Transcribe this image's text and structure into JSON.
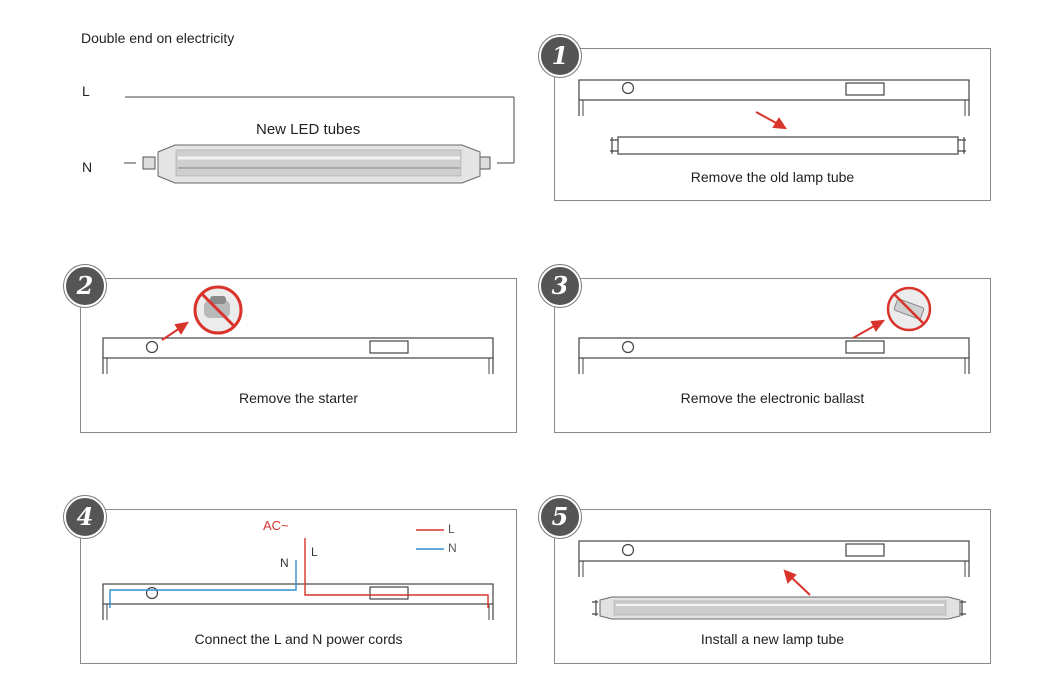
{
  "header": {
    "title": "Double end on electricity",
    "label_l": "L",
    "label_n": "N",
    "tube_label": "New LED tubes"
  },
  "steps": [
    {
      "number": "1",
      "caption": "Remove the old lamp tube"
    },
    {
      "number": "2",
      "caption": "Remove the starter"
    },
    {
      "number": "3",
      "caption": "Remove the electronic ballast"
    },
    {
      "number": "4",
      "caption": "Connect the L and N power cords"
    },
    {
      "number": "5",
      "caption": "Install a new lamp tube"
    }
  ],
  "wiring": {
    "ac_label": "AC~",
    "n_label": "N",
    "l_label": "L",
    "legend_l": "L",
    "legend_n": "N"
  },
  "colors": {
    "live_wire": "#d9342b",
    "neutral_wire": "#2f8fd0",
    "arrow": "#d9342b",
    "badge": "#555555"
  },
  "icons": [
    "no-starter-icon",
    "no-ballast-icon",
    "red-arrow-icon"
  ]
}
